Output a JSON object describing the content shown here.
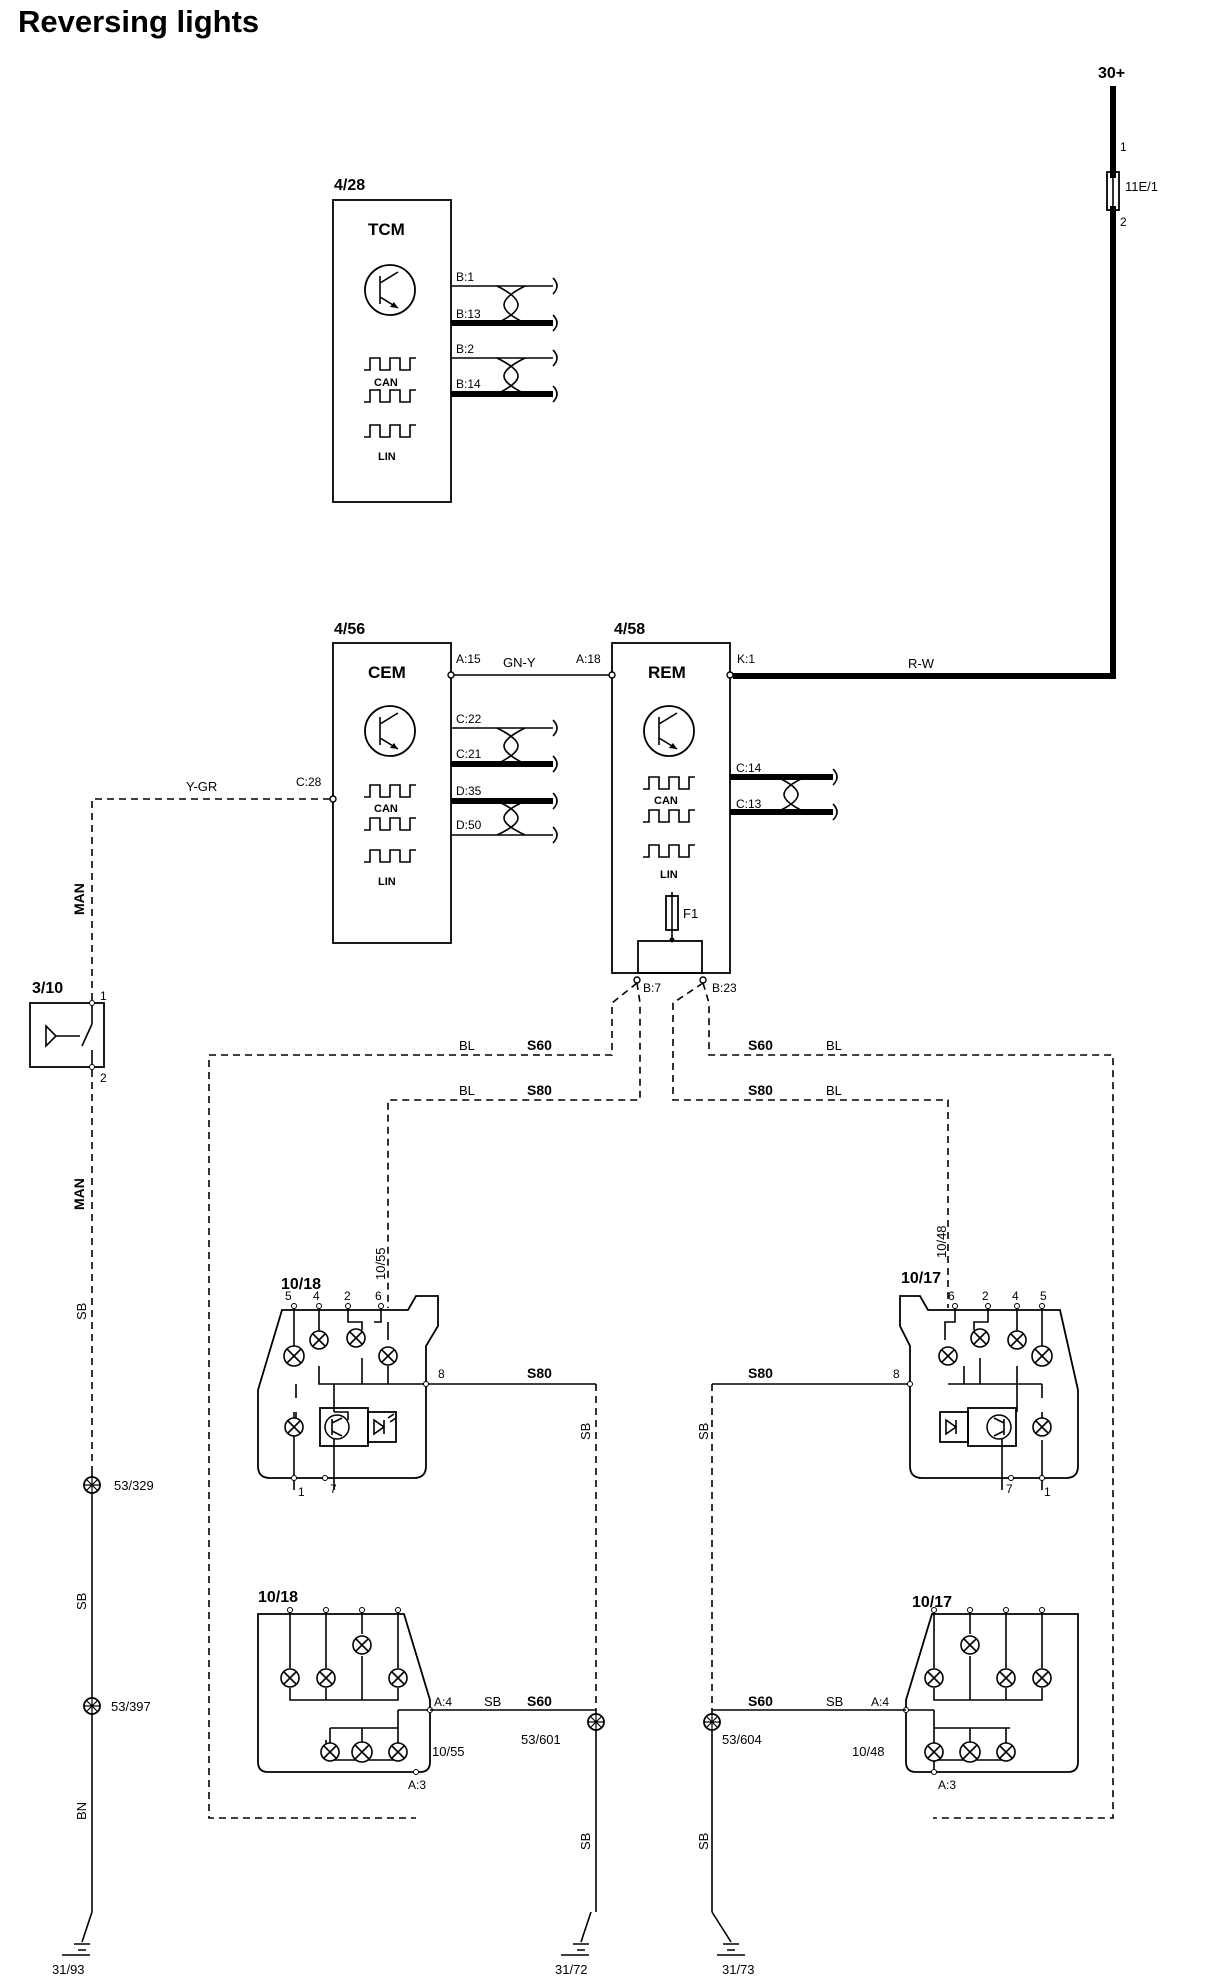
{
  "title": "Reversing lights",
  "supply": {
    "label": "30+",
    "fuse": "11E/1",
    "pin1": "1",
    "pin2": "2"
  },
  "modules": {
    "tcm": {
      "ref": "4/28",
      "name": "TCM",
      "can": "CAN",
      "lin": "LIN",
      "pins": [
        "B:1",
        "B:13",
        "B:2",
        "B:14"
      ]
    },
    "cem": {
      "ref": "4/56",
      "name": "CEM",
      "can": "CAN",
      "lin": "LIN",
      "pins": [
        "A:15",
        "C:22",
        "C:21",
        "D:35",
        "D:50",
        "C:28"
      ]
    },
    "rem": {
      "ref": "4/58",
      "name": "REM",
      "can": "CAN",
      "lin": "LIN",
      "fuse": "F1",
      "pins": [
        "A:18",
        "K:1",
        "C:14",
        "C:13",
        "B:7",
        "B:23"
      ]
    }
  },
  "wires": {
    "gn_y": "GN-Y",
    "r_w": "R-W",
    "y_gr": "Y-GR",
    "bl": "BL",
    "sb": "SB",
    "bn": "BN",
    "man": "MAN",
    "s60": "S60",
    "s80": "S80"
  },
  "switch": {
    "ref": "3/10",
    "pin1": "1",
    "pin2": "2"
  },
  "lamp_units": {
    "left_upper": {
      "ref": "10/18",
      "pins": [
        "5",
        "4",
        "2",
        "6",
        "8",
        "1",
        "7"
      ],
      "variant": "10/55"
    },
    "right_upper": {
      "ref": "10/17",
      "pins": [
        "6",
        "2",
        "4",
        "5",
        "8",
        "7",
        "1"
      ],
      "variant": "10/48"
    },
    "left_lower": {
      "ref": "10/18",
      "pin_a4": "A:4",
      "pin_a3": "A:3",
      "variant": "10/55"
    },
    "right_lower": {
      "ref": "10/17",
      "pin_a4": "A:4",
      "pin_a3": "A:3",
      "variant": "10/48"
    }
  },
  "splices": [
    "53/329",
    "53/397",
    "53/601",
    "53/604"
  ],
  "grounds": [
    "31/93",
    "31/72",
    "31/73"
  ]
}
